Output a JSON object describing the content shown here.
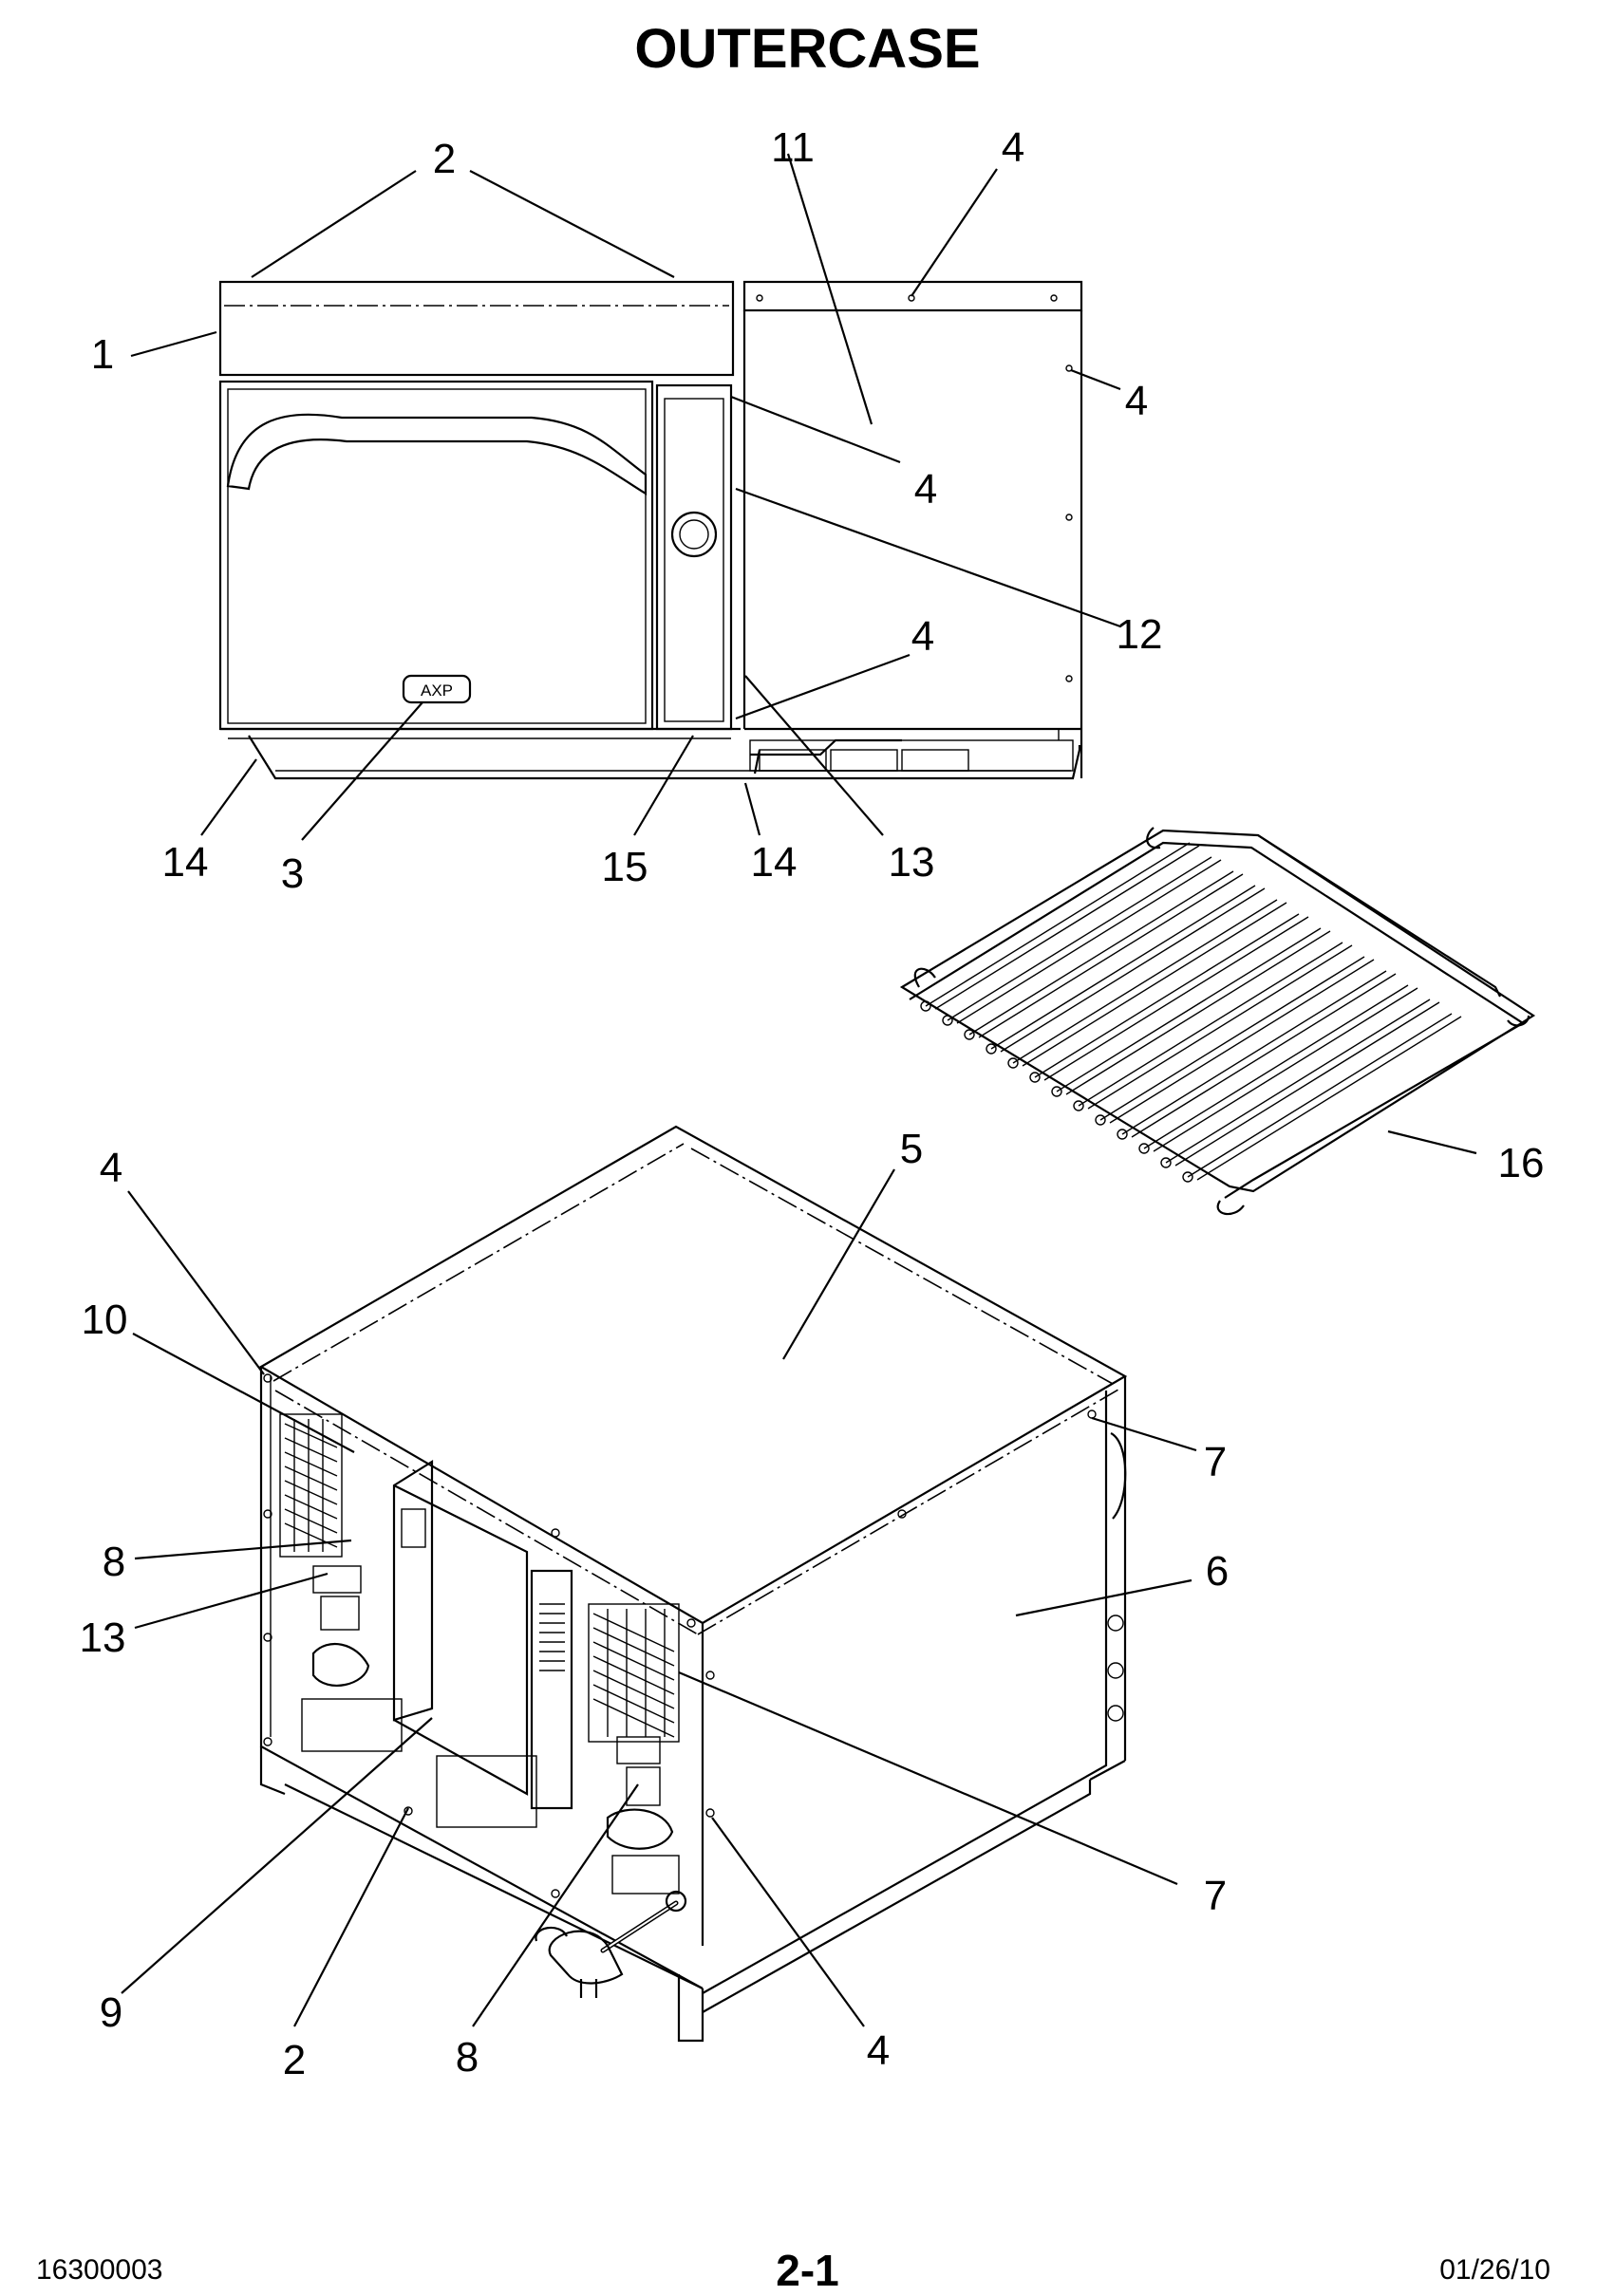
{
  "title": "OUTERCASE",
  "callouts": {
    "front": [
      "2",
      "11",
      "4",
      "1",
      "4",
      "4",
      "12",
      "4",
      "14",
      "3",
      "15",
      "14",
      "13"
    ],
    "rack": [
      "16"
    ],
    "rear": [
      "5",
      "4",
      "10",
      "7",
      "8",
      "6",
      "13",
      "7",
      "9",
      "2",
      "8",
      "4"
    ]
  },
  "badge": "AXP",
  "footer": {
    "left": "16300003",
    "center": "2-1",
    "right": "01/26/10"
  }
}
